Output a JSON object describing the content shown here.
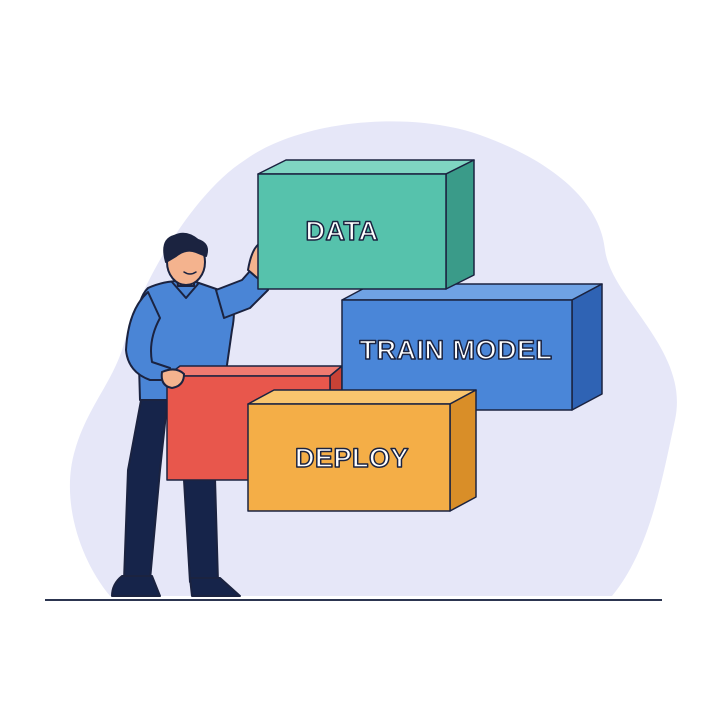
{
  "blocks": {
    "data": {
      "label": "DATA",
      "color": "#56C2AC"
    },
    "train": {
      "label": "TRAIN MODEL",
      "color": "#4A86D8"
    },
    "deploy": {
      "label": "DEPLOY",
      "color": "#F4AE47"
    },
    "unlabeled": {
      "color": "#E8574C"
    }
  },
  "colors": {
    "background_blob": "#E6E7F8",
    "shirt": "#4A85D6",
    "pants": "#16244A",
    "skin": "#F4B38E",
    "hair": "#1B2340",
    "outline": "#1B2340",
    "ground_line": "#2C3550"
  },
  "icons": [
    "person-figure",
    "isometric-blocks"
  ]
}
